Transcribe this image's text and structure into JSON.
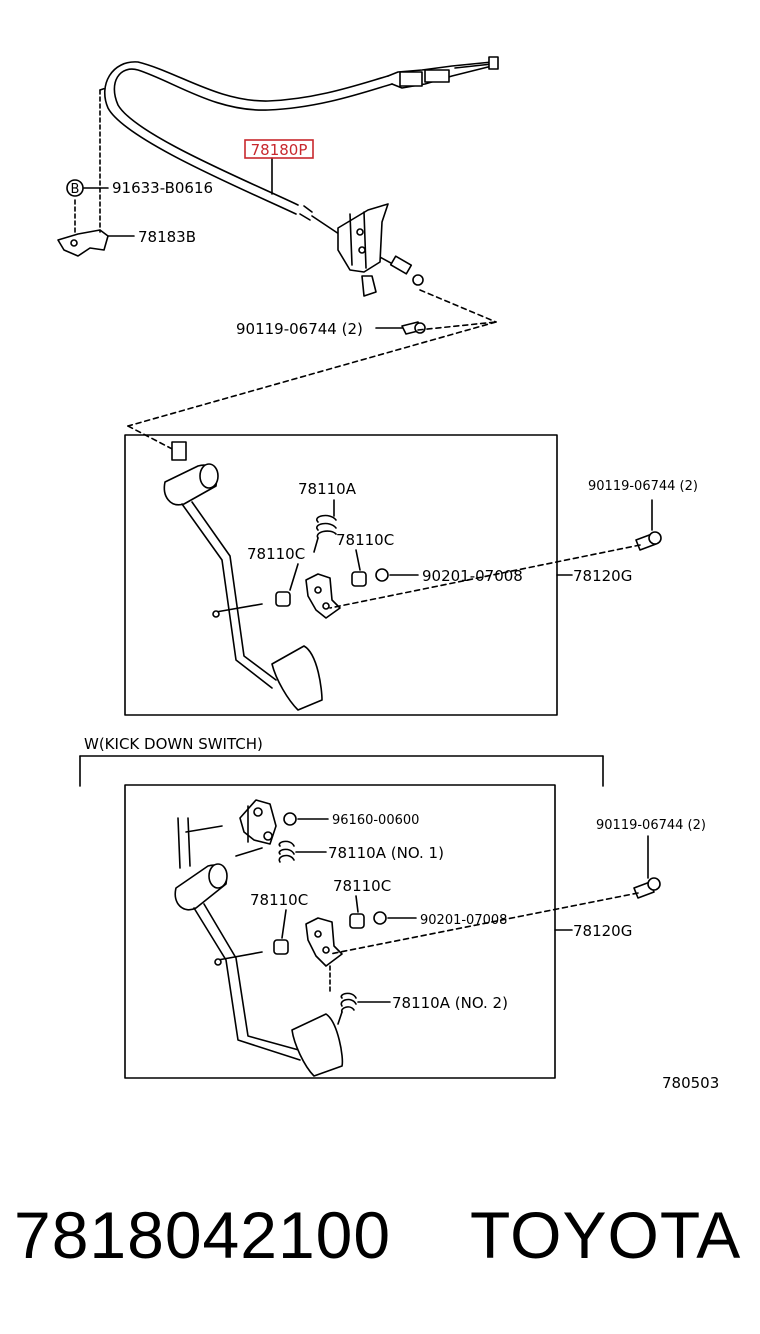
{
  "highlight_color": "#c8282d",
  "top_section": {
    "labels": {
      "cable": "78180P",
      "bolt_b": "91633-B0616",
      "bolt_b_marker": "B",
      "clamp": "78183B",
      "bolt_bracket": "90119-06744 (2)"
    }
  },
  "middle_section": {
    "labels": {
      "spring": "78110A",
      "bush_left": "78110C",
      "bush_right": "78110C",
      "nut": "90201-07008",
      "pedal_assembly": "78120G",
      "bolt": "90119-06744 (2)"
    }
  },
  "lower_section": {
    "variant_title": "W(KICK DOWN SWITCH)",
    "labels": {
      "washer": "96160-00600",
      "spring_no1": "78110A (NO. 1)",
      "bush_left": "78110C",
      "bush_right": "78110C",
      "nut": "90201-07008",
      "pedal_assembly": "78120G",
      "bolt": "90119-06744 (2)",
      "spring_no2": "78110A (NO. 2)"
    }
  },
  "diagram_code": "780503",
  "footer": {
    "part_number": "7818042100",
    "brand": "TOYOTA"
  }
}
